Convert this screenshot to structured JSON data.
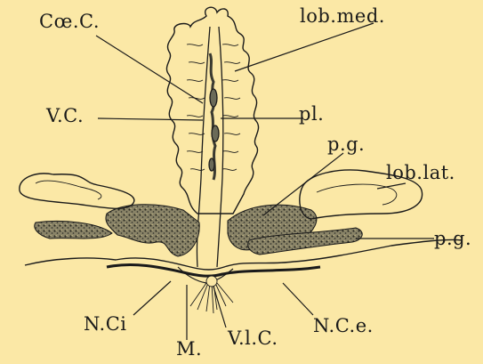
{
  "labels": {
    "coe_c": "Cœ.C.",
    "lob_med": "lob.med.",
    "v_c": "V.C.",
    "pl": "pl.",
    "p_g_upper": "p.g.",
    "lob_lat": "lob.lat.",
    "p_g_right": "p.g.",
    "n_ci": "N.Ci",
    "m": "M.",
    "v_l_c": "V.l.C.",
    "n_c_e": "N.C.e."
  },
  "colors": {
    "background": "#fbe8a6",
    "ink": "#1a1a1a",
    "stipple": "#4a4a3a"
  }
}
